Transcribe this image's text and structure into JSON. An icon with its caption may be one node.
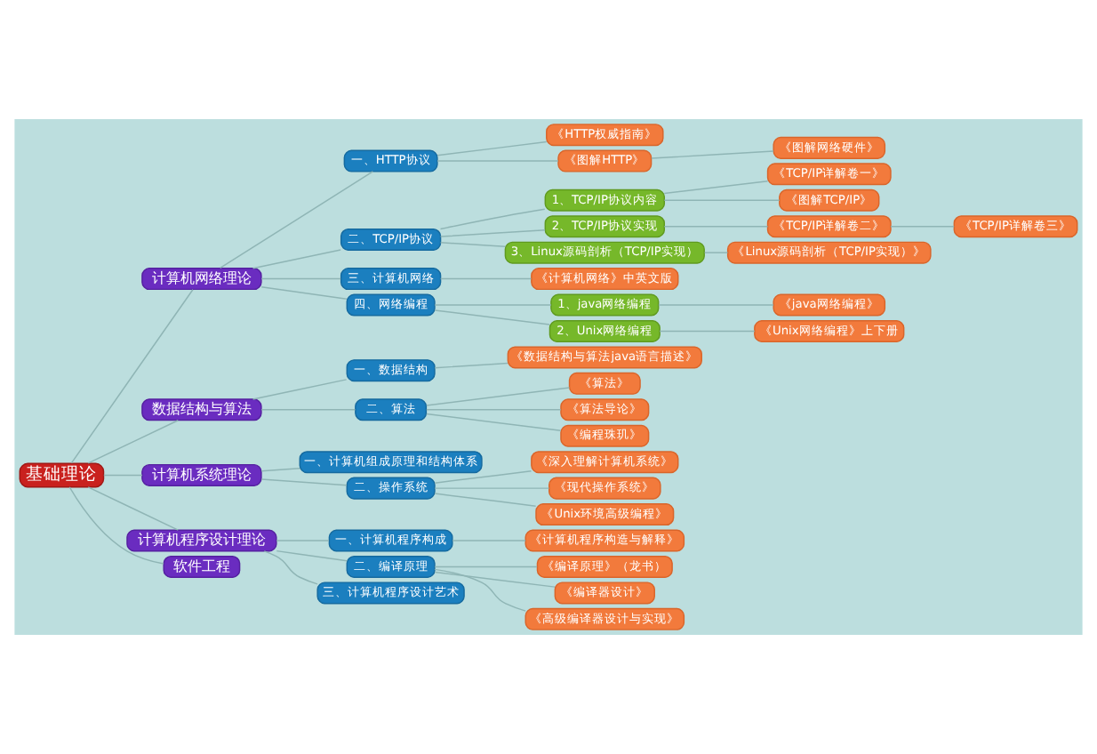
{
  "diagram": {
    "nodes": [
      {
        "text": [
          "基础理论"
        ]
      },
      {
        "text": [
          "计算机网络理论"
        ]
      },
      {
        "text": [
          "一、HTTP协议"
        ]
      },
      {
        "text": [
          "《HTTP权威指南》"
        ]
      },
      {
        "text": [
          "《图解HTTP》"
        ]
      },
      {
        "text": [
          "《图解网络硬件》"
        ]
      },
      {
        "text": [
          "二、TCP/IP协议"
        ]
      },
      {
        "text": [
          "1、TCP/IP协议内容"
        ]
      },
      {
        "text": [
          "《TCP/IP详解卷一》"
        ]
      },
      {
        "text": [
          "《图解TCP/IP》"
        ]
      },
      {
        "text": [
          "2、TCP/IP协议实现"
        ]
      },
      {
        "text": [
          "《TCP/IP详解卷二》"
        ]
      },
      {
        "text": [
          "《TCP/IP详解卷三》"
        ]
      },
      {
        "text": [
          "3、Linux源码剖析（TCP/IP实现）"
        ]
      },
      {
        "text": [
          "《Linux源码剖析（TCP/IP实现）》"
        ]
      },
      {
        "text": [
          "三、计算机网络"
        ]
      },
      {
        "text": [
          "《计算机网络》中英文版"
        ]
      },
      {
        "text": [
          "四、网络编程"
        ]
      },
      {
        "text": [
          "1、java网络编程"
        ]
      },
      {
        "text": [
          "《java网络编程》"
        ]
      },
      {
        "text": [
          "2、Unix网络编程"
        ]
      },
      {
        "text": [
          "《Unix网络编程》上下册"
        ]
      },
      {
        "text": [
          "数据结构与算法"
        ]
      },
      {
        "text": [
          "一、数据结构"
        ]
      },
      {
        "text": [
          "《数据结构与算法java语言描述》"
        ]
      },
      {
        "text": [
          "二、算法"
        ]
      },
      {
        "text": [
          "《算法》"
        ]
      },
      {
        "text": [
          "《算法导论》"
        ]
      },
      {
        "text": [
          "《编程珠玑》"
        ]
      },
      {
        "text": [
          "计算机系统理论"
        ]
      },
      {
        "text": [
          "一、计算机组成原理和结构体系"
        ]
      },
      {
        "text": [
          "二、操作系统"
        ]
      },
      {
        "text": [
          "《深入理解计算机系统》"
        ]
      },
      {
        "text": [
          "《现代操作系统》"
        ]
      },
      {
        "text": [
          "《Unix环境高级编程》"
        ]
      },
      {
        "text": [
          "计算机程序设计理论"
        ]
      },
      {
        "text": [
          "一、计算机程序构成"
        ]
      },
      {
        "text": [
          "《计算机程序构造与解释》"
        ]
      },
      {
        "text": [
          "二、编译原理"
        ]
      },
      {
        "text": [
          "《编译原理》（龙书）"
        ]
      },
      {
        "text": [
          "《编译器设计》"
        ]
      },
      {
        "text": [
          "《高级编译器设计与实现》"
        ]
      },
      {
        "text": [
          "三、计算机程序设计艺术"
        ]
      },
      {
        "text": [
          "软件工程"
        ]
      }
    ],
    "edges": [
      {
        "from": 0,
        "to": 1,
        "arrow": "none"
      },
      {
        "from": 0,
        "to": 22,
        "arrow": "none"
      },
      {
        "from": 0,
        "to": 29,
        "arrow": "none"
      },
      {
        "from": 0,
        "to": 35,
        "arrow": "none"
      },
      {
        "from": 0,
        "to": 43,
        "arrow": "none"
      },
      {
        "from": 1,
        "to": 2,
        "arrow": "none"
      },
      {
        "from": 1,
        "to": 6,
        "arrow": "none"
      },
      {
        "from": 1,
        "to": 15,
        "arrow": "none"
      },
      {
        "from": 1,
        "to": 17,
        "arrow": "none"
      },
      {
        "from": 2,
        "to": 3,
        "arrow": "none"
      },
      {
        "from": 2,
        "to": 4,
        "arrow": "none"
      },
      {
        "from": 4,
        "to": 5,
        "arrow": "none"
      },
      {
        "from": 6,
        "to": 7,
        "arrow": "none"
      },
      {
        "from": 6,
        "to": 10,
        "arrow": "none"
      },
      {
        "from": 6,
        "to": 13,
        "arrow": "none"
      },
      {
        "from": 7,
        "to": 8,
        "arrow": "none"
      },
      {
        "from": 7,
        "to": 9,
        "arrow": "none"
      },
      {
        "from": 10,
        "to": 11,
        "arrow": "none"
      },
      {
        "from": 11,
        "to": 12,
        "arrow": "none"
      },
      {
        "from": 13,
        "to": 14,
        "arrow": "none"
      },
      {
        "from": 15,
        "to": 16,
        "arrow": "none"
      },
      {
        "from": 17,
        "to": 18,
        "arrow": "none"
      },
      {
        "from": 17,
        "to": 20,
        "arrow": "none"
      },
      {
        "from": 18,
        "to": 19,
        "arrow": "none"
      },
      {
        "from": 20,
        "to": 21,
        "arrow": "none"
      },
      {
        "from": 22,
        "to": 23,
        "arrow": "none"
      },
      {
        "from": 22,
        "to": 25,
        "arrow": "none"
      },
      {
        "from": 23,
        "to": 24,
        "arrow": "none"
      },
      {
        "from": 25,
        "to": 26,
        "arrow": "none"
      },
      {
        "from": 25,
        "to": 27,
        "arrow": "none"
      },
      {
        "from": 25,
        "to": 28,
        "arrow": "none"
      },
      {
        "from": 29,
        "to": 30,
        "arrow": "none"
      },
      {
        "from": 29,
        "to": 31,
        "arrow": "none"
      },
      {
        "from": 31,
        "to": 32,
        "arrow": "none"
      },
      {
        "from": 31,
        "to": 33,
        "arrow": "none"
      },
      {
        "from": 31,
        "to": 34,
        "arrow": "none"
      },
      {
        "from": 35,
        "to": 36,
        "arrow": "none"
      },
      {
        "from": 35,
        "to": 38,
        "arrow": "none"
      },
      {
        "from": 35,
        "to": 42,
        "arrow": "none"
      },
      {
        "from": 36,
        "to": 37,
        "arrow": "none"
      },
      {
        "from": 38,
        "to": 39,
        "arrow": "none"
      },
      {
        "from": 38,
        "to": 40,
        "arrow": "none"
      },
      {
        "from": 38,
        "to": 41,
        "arrow": "none"
      }
    ]
  }
}
